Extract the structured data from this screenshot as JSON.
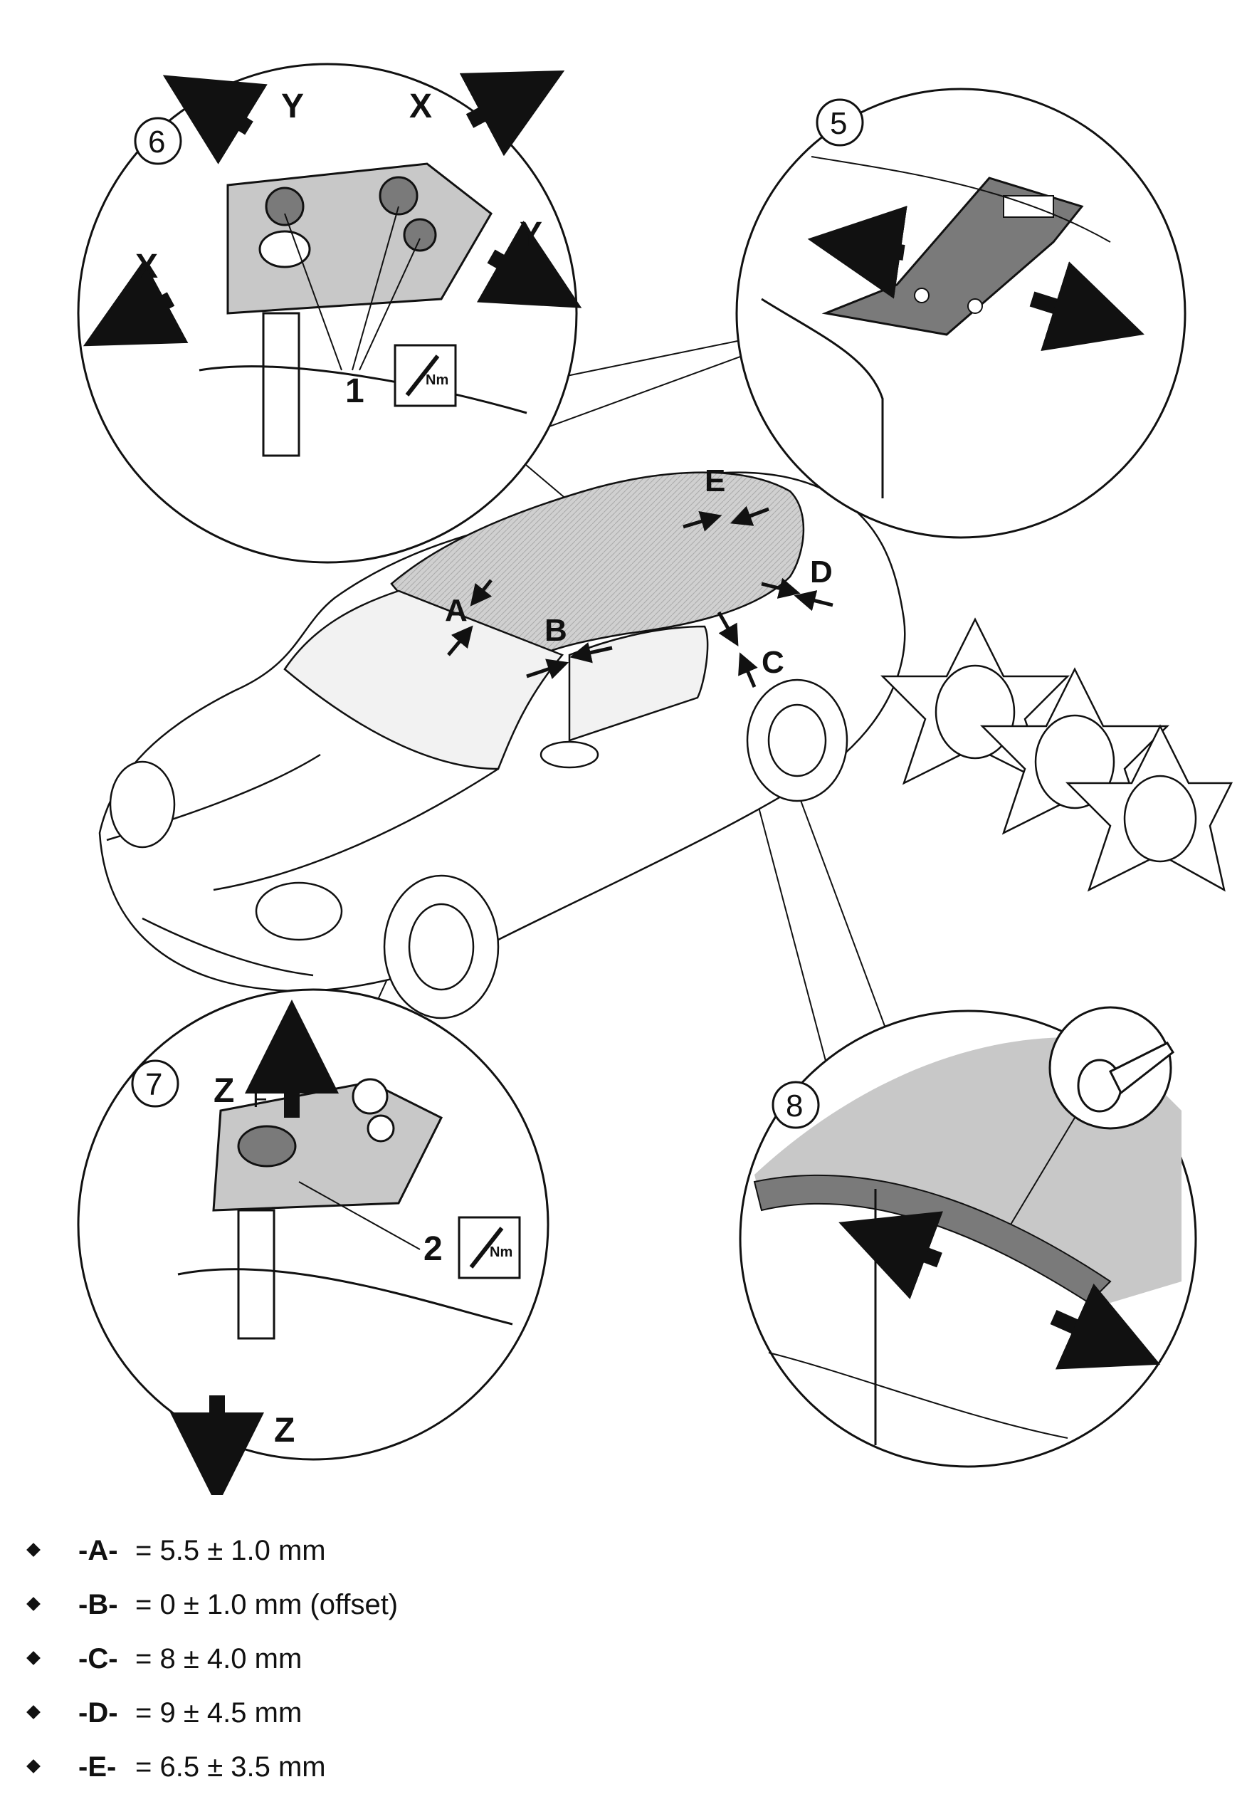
{
  "callouts": {
    "c5": "5",
    "c6": "6",
    "c7": "7",
    "c8": "8"
  },
  "axes": {
    "y_top": "Y",
    "x_top": "X",
    "x_left": "X",
    "y_right": "Y",
    "z_top": "Z",
    "z_bottom": "Z"
  },
  "gaps": {
    "a": "A",
    "b": "B",
    "c": "C",
    "d": "D",
    "e": "E"
  },
  "parts": {
    "p1": "1",
    "p2": "2",
    "torque_badge_1": "Nm",
    "torque_badge_2": "Nm",
    "f_mark": "F"
  },
  "legend": [
    {
      "term": "-A-",
      "value": "= 5.5 ± 1.0 mm"
    },
    {
      "term": "-B-",
      "value": "= 0 ± 1.0 mm (offset)"
    },
    {
      "term": "-C-",
      "value": "= 8 ± 4.0 mm"
    },
    {
      "term": "-D-",
      "value": "= 9 ± 4.5 mm"
    },
    {
      "term": "-E-",
      "value": "= 6.5 ± 3.5 mm"
    }
  ],
  "colors": {
    "line": "#111111",
    "fill_grey": "#c8c8c8",
    "fill_dark": "#7a7a7a",
    "fill_roof": "#d9d9d9"
  },
  "icons": [
    "arrow-icon",
    "wrench-icon",
    "screw-icon",
    "spacer-icon"
  ]
}
